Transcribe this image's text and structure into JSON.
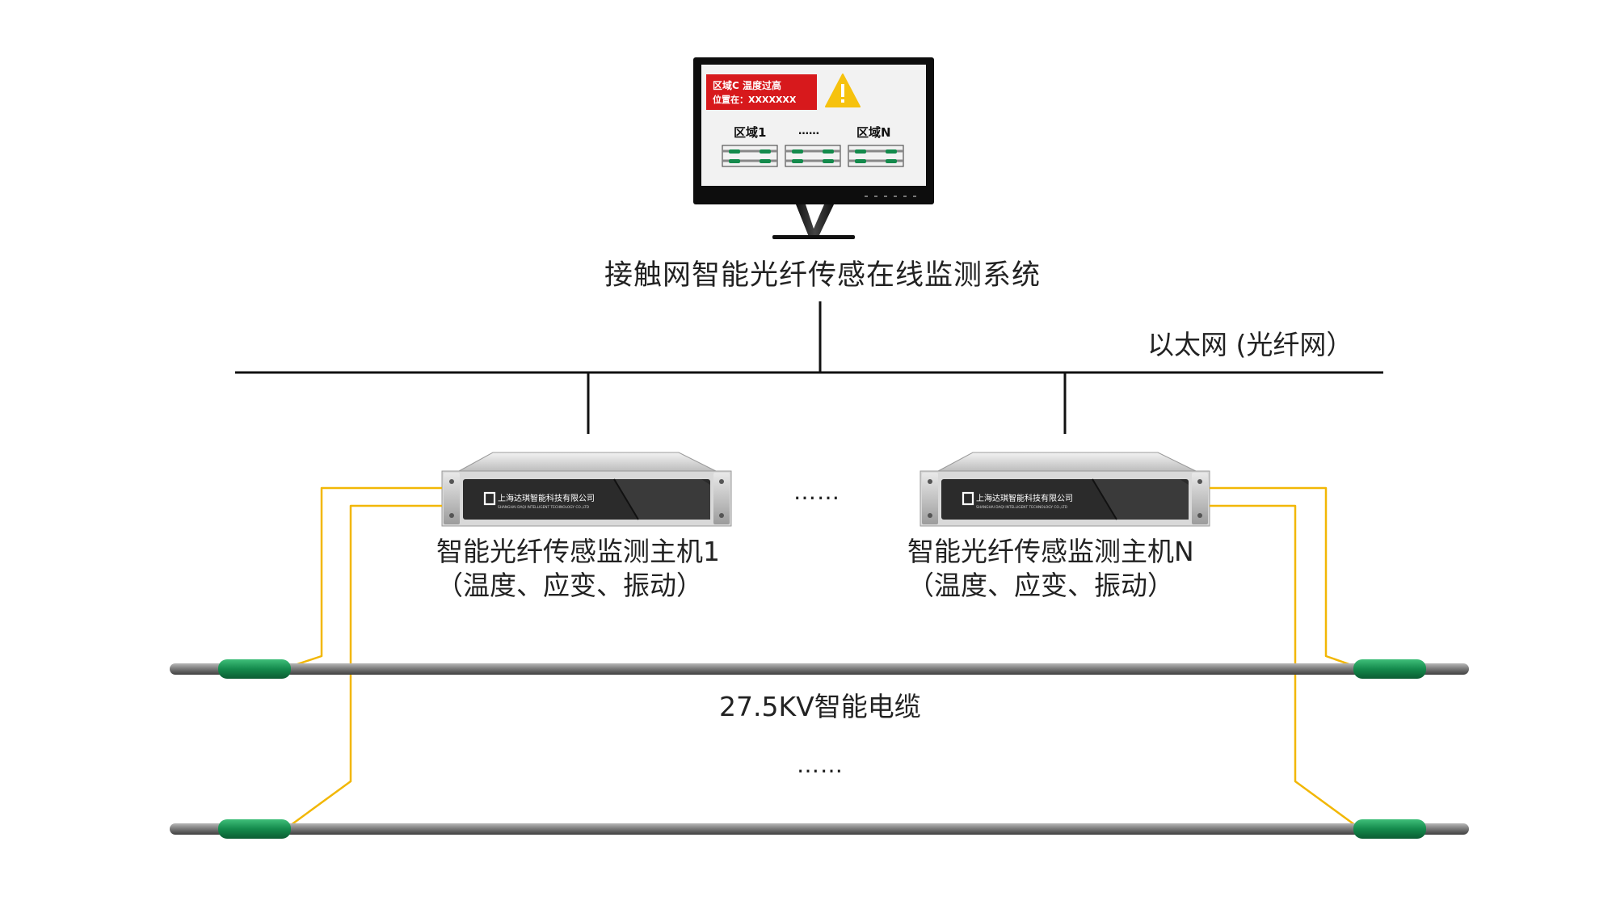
{
  "monitor": {
    "alert_line1": "区域C  温度过高",
    "alert_line2": "位置在：XXXXXXX",
    "zone_first": "区域1",
    "zone_dots": "……",
    "zone_last": "区域N"
  },
  "system_title": "接触网智能光纤传感在线监测系统",
  "network_label": "以太网 (光纤网）",
  "hosts": [
    {
      "brand": "上海达琪智能科技有限公司",
      "brand_en": "SHANGHAI DAQI INTELLIGENT TECHNOLOGY CO.,LTD",
      "title": "智能光纤传感监测主机1",
      "subtitle": "（温度、应变、振动）"
    },
    {
      "brand": "上海达琪智能科技有限公司",
      "brand_en": "SHANGHAI DAQI INTELLIGENT TECHNOLOGY CO.,LTD",
      "title": "智能光纤传感监测主机N",
      "subtitle": "（温度、应变、振动）"
    }
  ],
  "hosts_ellipsis": "……",
  "cable_label": "27.5KV智能电缆",
  "cables_ellipsis": "……",
  "colors": {
    "line": "#111111",
    "fiber": "#f2b705",
    "cable": "#808080",
    "sensor": "#148a4c",
    "alert": "#d7191c",
    "warning": "#f6c20e"
  }
}
